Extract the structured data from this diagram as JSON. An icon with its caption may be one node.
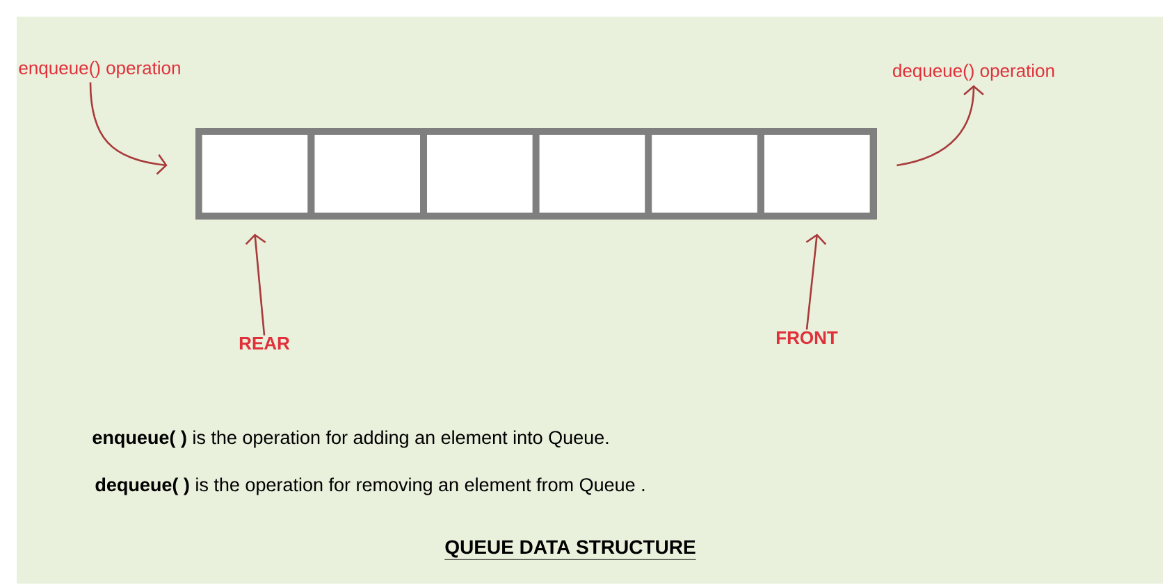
{
  "diagram": {
    "caption": "QUEUE DATA STRUCTURE",
    "nodes": [
      {
        "text": [
          "enqueue() operation"
        ]
      },
      {
        "text": [
          "dequeue() operation"
        ]
      },
      {
        "text": [],
        "shape": "box"
      },
      {
        "text": [],
        "shape": "box",
        "in": 2
      },
      {
        "text": [],
        "shape": "box",
        "in": 2
      },
      {
        "text": [],
        "shape": "box",
        "in": 2
      },
      {
        "text": [],
        "shape": "box",
        "in": 2
      },
      {
        "text": [],
        "shape": "box",
        "in": 2
      },
      {
        "text": [],
        "shape": "box",
        "in": 2
      },
      {
        "text": [
          "REAR"
        ]
      },
      {
        "text": [
          "FRONT"
        ]
      }
    ],
    "edges": [
      {
        "from": 0,
        "to": 2,
        "arrow": "to"
      },
      {
        "from": 2,
        "to": 1,
        "arrow": "to"
      },
      {
        "from": 9,
        "to": 3,
        "arrow": "to"
      },
      {
        "from": 10,
        "to": 8,
        "arrow": "to"
      }
    ],
    "labels": [
      "**enqueue( )** is the operation for adding an element into Queue.",
      "**dequeue( )** is the operation for removing an element from Queue ."
    ]
  }
}
